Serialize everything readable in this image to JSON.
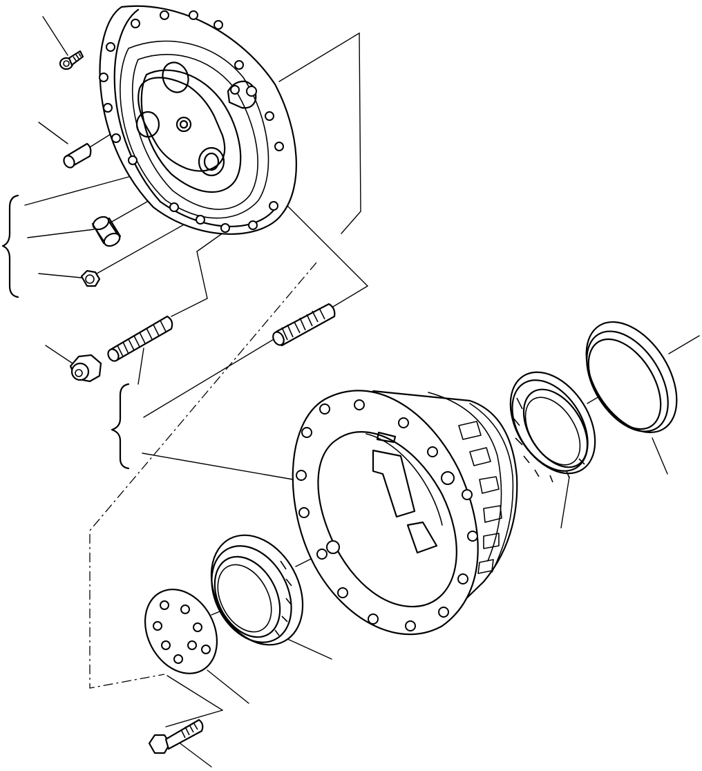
{
  "diagram": {
    "kind": "exploded-parts-view",
    "labels": [],
    "parts": [
      "small-cap-screw",
      "dowel-pin",
      "hub-cover-flange",
      "bushing-sleeve",
      "small-nut",
      "flange-nut",
      "threaded-stud-left",
      "threaded-stud-right",
      "wheel-hub",
      "inner-tapered-bearing",
      "bearing-outer-race-inner",
      "seal-ring",
      "outer-tapered-bearing",
      "retainer-plate",
      "plate-bolt"
    ]
  }
}
